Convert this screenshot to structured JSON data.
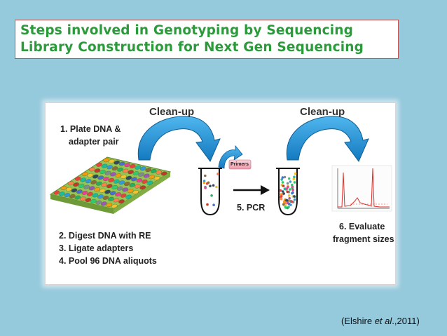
{
  "title": {
    "line1": "Steps involved in Genotyping by Sequencing",
    "line2": "Library Construction for Next Gen Sequencing"
  },
  "steps": {
    "cleanup_left": "Clean-up",
    "cleanup_right": "Clean-up",
    "step1_line1": "1. Plate DNA &",
    "step1_line2": "adapter pair",
    "primers": "Primers",
    "step5": "5. PCR",
    "step6_line1": "6.  Evaluate",
    "step6_line2": "fragment sizes",
    "step2": "2. Digest DNA with RE",
    "step3": "3. Ligate adapters",
    "step4": "4. Pool 96 DNA aliquots"
  },
  "citation": {
    "prefix": "(Elshire ",
    "italic": "et al",
    "suffix": ".,2011)"
  },
  "colors": {
    "background": "#95c9dc",
    "title_text": "#2a9a3a",
    "title_border": "#c0504d",
    "arrow_blue": "#1f8fd1",
    "plate_green": "#9cc55a",
    "primers_fill": "#f4b6c2",
    "trace_red": "#e0302a"
  },
  "icons": [
    "plate-icon",
    "tube-icon",
    "curved-arrow-icon",
    "right-arrow-icon",
    "electropherogram-icon"
  ]
}
